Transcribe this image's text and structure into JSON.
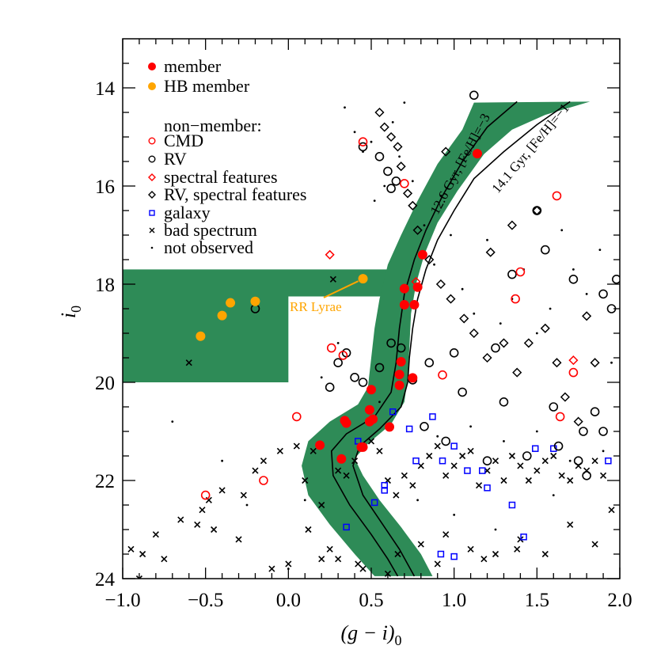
{
  "chart_data": {
    "type": "scatter",
    "title": "",
    "xlabel": "(g − i)0",
    "ylabel": "i0",
    "xlim": [
      -1.0,
      2.0
    ],
    "ylim": [
      24.0,
      13.0
    ],
    "y_inverted": true,
    "xticks": [
      "-1.0",
      "-0.5",
      "0.0",
      "0.5",
      "1.0",
      "1.5",
      "2.0"
    ],
    "yticks": [
      "14",
      "16",
      "18",
      "20",
      "22",
      "24"
    ],
    "grid": false,
    "legend_position": "upper left (inside)",
    "legend": [
      {
        "label": "member",
        "marker": "filled-circle",
        "color": "#ff0000"
      },
      {
        "label": "HB member",
        "marker": "filled-circle",
        "color": "#ffa500"
      },
      {
        "label": "non−member:",
        "marker": "none",
        "color": "#000000"
      },
      {
        "label": "CMD",
        "marker": "open-circle",
        "color": "#ff0000"
      },
      {
        "label": "RV",
        "marker": "open-circle",
        "color": "#000000"
      },
      {
        "label": "spectral features",
        "marker": "open-diamond",
        "color": "#ff0000"
      },
      {
        "label": "RV, spectral features",
        "marker": "open-diamond",
        "color": "#000000"
      },
      {
        "label": "galaxy",
        "marker": "open-square",
        "color": "#0000ff"
      },
      {
        "label": "bad spectrum",
        "marker": "x",
        "color": "#000000"
      },
      {
        "label": "not observed",
        "marker": "dot",
        "color": "#000000"
      }
    ],
    "annotations": [
      {
        "text": "RR Lyrae",
        "color": "#ffa500",
        "x": 0.0,
        "y": 18.45,
        "points_to": [
          0.45,
          17.89
        ]
      },
      {
        "text": "12.6 Gyr, [Fe/H]=−3",
        "rotation": "along isochrone"
      },
      {
        "text": "14.1 Gyr, [Fe/H]=−1",
        "rotation": "along isochrone"
      }
    ],
    "selection_region_color": "#2e8b57",
    "hb_box": {
      "x": [
        -1.0,
        0.62
      ],
      "y": [
        17.7,
        20.0
      ],
      "cutout": {
        "x": [
          0.0,
          0.6
        ],
        "y": [
          18.25,
          20.0
        ]
      }
    },
    "isochrone_band": [
      [
        1.82,
        14.28
      ],
      [
        1.55,
        14.55
      ],
      [
        1.35,
        14.85
      ],
      [
        1.18,
        15.35
      ],
      [
        1.02,
        16.1
      ],
      [
        0.9,
        16.75
      ],
      [
        0.82,
        17.4
      ],
      [
        0.77,
        18.0
      ],
      [
        0.74,
        18.6
      ],
      [
        0.73,
        19.3
      ],
      [
        0.72,
        19.9
      ],
      [
        0.7,
        20.4
      ],
      [
        0.62,
        20.85
      ],
      [
        0.48,
        21.25
      ],
      [
        0.4,
        21.55
      ],
      [
        0.45,
        21.9
      ],
      [
        0.55,
        22.4
      ],
      [
        0.68,
        22.95
      ],
      [
        0.8,
        23.5
      ],
      [
        0.87,
        23.95
      ],
      [
        0.52,
        23.95
      ],
      [
        0.4,
        23.5
      ],
      [
        0.25,
        22.9
      ],
      [
        0.12,
        22.3
      ],
      [
        0.08,
        21.7
      ],
      [
        0.12,
        21.2
      ],
      [
        0.25,
        20.8
      ],
      [
        0.42,
        20.45
      ],
      [
        0.48,
        20.1
      ],
      [
        0.5,
        19.5
      ],
      [
        0.52,
        18.9
      ],
      [
        0.55,
        18.3
      ],
      [
        0.6,
        17.6
      ],
      [
        0.68,
        17.0
      ],
      [
        0.78,
        16.3
      ],
      [
        0.9,
        15.55
      ],
      [
        1.05,
        14.85
      ],
      [
        1.12,
        14.3
      ]
    ],
    "series": [
      {
        "name": "member",
        "marker": "filled-circle",
        "color": "#ff0000",
        "x": [
          1.14,
          0.81,
          0.7,
          0.78,
          0.7,
          0.76,
          0.68,
          0.67,
          0.75,
          0.67,
          0.5,
          0.49,
          0.34,
          0.35,
          0.51,
          0.49,
          0.61,
          0.19,
          0.44,
          0.45,
          0.32
        ],
        "y": [
          15.34,
          17.4,
          18.09,
          18.06,
          18.42,
          18.42,
          19.58,
          19.84,
          19.91,
          20.06,
          20.15,
          20.56,
          20.78,
          20.83,
          20.75,
          20.8,
          20.91,
          21.28,
          21.32,
          21.32,
          21.56
        ]
      },
      {
        "name": "HB member",
        "marker": "filled-circle",
        "color": "#ffa500",
        "x": [
          0.45,
          -0.2,
          -0.35,
          -0.4,
          -0.53
        ],
        "y": [
          17.89,
          18.35,
          18.38,
          18.64,
          19.06
        ]
      },
      {
        "name": "CMD",
        "marker": "open-circle",
        "color": "#ff0000",
        "x": [
          0.45,
          0.7,
          1.62,
          1.4,
          1.37,
          1.72,
          -0.5,
          -0.15,
          0.05,
          0.26,
          0.33,
          0.93,
          1.64
        ],
        "y": [
          15.1,
          15.95,
          16.2,
          17.75,
          18.3,
          19.8,
          22.3,
          22.0,
          20.7,
          19.3,
          19.45,
          19.85,
          20.7
        ],
        "note": "additional CMD points at approx (-0.18,18.5) not included"
      },
      {
        "name": "RV",
        "marker": "open-circle",
        "color": "#000000",
        "x": [
          1.12,
          0.45,
          0.55,
          0.6,
          0.65,
          0.62,
          1.5,
          1.55,
          1.72,
          1.9,
          1.95,
          1.98,
          1.35,
          1.25,
          1.0,
          0.85,
          0.75,
          -0.2,
          0.35,
          0.3,
          0.25,
          0.4,
          0.45,
          0.55,
          0.62,
          0.68,
          1.05,
          1.3,
          1.6,
          1.85,
          1.9,
          1.75,
          1.8,
          1.2,
          0.95,
          0.82,
          1.44,
          1.63,
          1.78
        ],
        "y": [
          14.15,
          15.2,
          15.4,
          15.7,
          15.9,
          16.05,
          16.5,
          17.3,
          17.9,
          18.2,
          18.5,
          17.9,
          17.8,
          19.3,
          19.4,
          19.6,
          19.95,
          18.5,
          19.4,
          19.6,
          20.1,
          19.9,
          20.0,
          19.7,
          19.2,
          19.3,
          20.2,
          20.4,
          20.5,
          20.6,
          21.0,
          21.6,
          21.9,
          21.6,
          21.2,
          20.9,
          21.5,
          21.3,
          21.0
        ]
      },
      {
        "name": "spectral features",
        "marker": "open-diamond",
        "color": "#ff0000",
        "x": [
          0.25,
          0.77,
          1.72
        ],
        "y": [
          17.4,
          17.95,
          19.55
        ]
      },
      {
        "name": "RV, spectral features",
        "marker": "open-diamond",
        "color": "#000000",
        "x": [
          0.55,
          0.58,
          0.62,
          0.66,
          0.68,
          0.72,
          0.75,
          0.78,
          0.85,
          0.92,
          0.98,
          1.06,
          1.12,
          1.2,
          1.3,
          1.38,
          1.45,
          1.55,
          1.62,
          1.67,
          1.75,
          1.8,
          1.85,
          1.5,
          1.35,
          1.22,
          0.95
        ],
        "y": [
          14.5,
          14.8,
          15.0,
          15.2,
          15.6,
          16.15,
          16.4,
          16.9,
          17.5,
          18.0,
          18.3,
          18.7,
          19.0,
          19.5,
          19.2,
          19.8,
          19.2,
          18.9,
          19.6,
          20.3,
          20.8,
          18.65,
          19.6,
          16.5,
          16.8,
          17.35,
          15.3
        ]
      },
      {
        "name": "galaxy",
        "marker": "open-square",
        "color": "#0000ff",
        "x": [
          0.63,
          0.73,
          0.87,
          0.77,
          0.58,
          0.35,
          0.42,
          0.93,
          1.0,
          1.08,
          1.17,
          1.2,
          1.35,
          1.49,
          1.6,
          1.93,
          0.92,
          0.58,
          0.52,
          1.0,
          1.42
        ],
        "y": [
          20.6,
          20.95,
          20.7,
          21.6,
          22.2,
          22.95,
          21.2,
          21.6,
          21.3,
          21.8,
          21.8,
          22.15,
          22.5,
          21.35,
          21.35,
          21.6,
          23.5,
          22.1,
          22.45,
          23.55,
          23.15
        ]
      },
      {
        "name": "bad spectrum",
        "marker": "x",
        "color": "#000000",
        "x": [
          -0.6,
          0.27,
          -0.88,
          -0.95,
          -0.8,
          -0.65,
          -0.52,
          -0.48,
          -0.45,
          -0.55,
          -0.4,
          -0.27,
          -0.2,
          -0.15,
          -0.05,
          0.05,
          0.1,
          0.15,
          0.2,
          0.25,
          0.3,
          0.35,
          0.4,
          0.5,
          0.55,
          0.6,
          0.65,
          0.7,
          0.75,
          0.8,
          0.85,
          0.9,
          0.95,
          1.0,
          1.05,
          1.1,
          1.15,
          1.2,
          1.25,
          1.3,
          1.35,
          1.4,
          1.45,
          1.5,
          1.55,
          1.6,
          1.65,
          1.7,
          1.75,
          1.8,
          1.85,
          1.9,
          0.0,
          0.12,
          0.3,
          0.45,
          0.6,
          0.8,
          0.95,
          1.1,
          1.25,
          1.4,
          1.55,
          1.7,
          1.85,
          1.95,
          -0.9,
          -0.75,
          -0.3,
          -0.1,
          0.2,
          0.42,
          0.66,
          0.9,
          1.18,
          1.38
        ],
        "y": [
          19.6,
          17.9,
          23.5,
          23.4,
          23.1,
          22.8,
          22.6,
          22.4,
          23.0,
          22.9,
          22.2,
          22.3,
          21.8,
          21.6,
          21.4,
          21.3,
          22.0,
          21.4,
          22.5,
          23.4,
          21.8,
          21.9,
          21.6,
          21.2,
          21.4,
          22.0,
          22.3,
          21.9,
          22.1,
          21.7,
          21.5,
          21.3,
          21.9,
          21.7,
          21.5,
          21.4,
          22.1,
          21.8,
          21.6,
          22.0,
          21.5,
          21.7,
          22.0,
          21.8,
          21.6,
          21.5,
          21.9,
          22.0,
          21.7,
          21.8,
          21.6,
          21.9,
          23.7,
          23.0,
          23.6,
          23.8,
          23.9,
          23.3,
          23.1,
          23.4,
          23.5,
          23.2,
          23.5,
          22.9,
          23.3,
          22.6,
          24.0,
          23.6,
          23.2,
          23.8,
          23.6,
          23.7,
          23.5,
          23.7,
          23.6,
          23.4
        ]
      },
      {
        "name": "not observed",
        "marker": "dot",
        "color": "#000000",
        "x": [
          0.34,
          0.4,
          0.45,
          0.5,
          0.52,
          0.58,
          0.63,
          0.67,
          0.7,
          0.75,
          0.82,
          0.88,
          0.92,
          0.98,
          1.05,
          1.12,
          1.2,
          1.28,
          1.35,
          1.42,
          1.5,
          1.58,
          1.65,
          1.72,
          1.8,
          1.88,
          1.95,
          -0.7,
          -0.25,
          0.1,
          0.2,
          0.3,
          0.55,
          0.9,
          1.1,
          1.3,
          1.5,
          1.7,
          1.9,
          0.0,
          -0.4,
          0.78,
          1.0,
          1.25,
          1.6
        ],
        "y": [
          14.4,
          14.9,
          15.3,
          15.1,
          16.3,
          16.0,
          14.7,
          15.4,
          14.3,
          15.9,
          16.8,
          17.6,
          16.2,
          17.0,
          18.1,
          18.6,
          17.1,
          18.8,
          18.3,
          17.7,
          19.0,
          18.5,
          16.9,
          17.7,
          18.2,
          17.3,
          19.6,
          20.8,
          22.5,
          22.4,
          19.9,
          19.2,
          20.4,
          21.1,
          20.9,
          21.2,
          21.0,
          21.6,
          21.4,
          23.8,
          21.6,
          22.4,
          22.7,
          23.0,
          22.3
        ]
      }
    ]
  }
}
